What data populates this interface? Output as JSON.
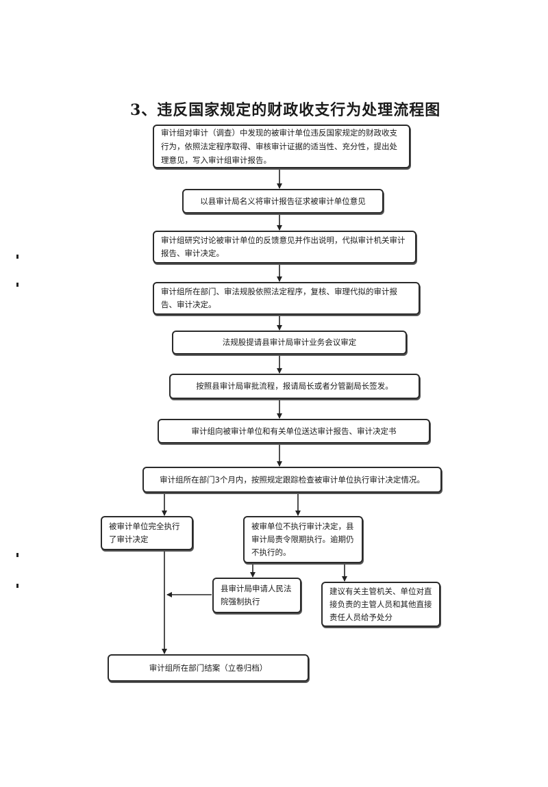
{
  "title": "3、违反国家规定的财政收支行为处理流程图",
  "steps": [
    {
      "id": "s1",
      "text": "审计组对审计（调查）中发现的被审计单位违反国家规定的财政收支行为，依照法定程序取得、审核审计证据的适当性、充分性，提出处理意见，写入审计组审计报告。"
    },
    {
      "id": "s2",
      "text": "以县审计局名义将审计报告征求被审计单位意见"
    },
    {
      "id": "s3",
      "text": "审计组研究讨论被审计单位的反馈意见并作出说明，代拟审计机关审计报告、审计决定。"
    },
    {
      "id": "s4",
      "text": "审计组所在部门、审法规股依照法定程序，复核、审理代拟的审计报告、审计决定。"
    },
    {
      "id": "s5",
      "text": "法规股提请县审计局审计业务会议审定"
    },
    {
      "id": "s6",
      "text": "按照县审计局审批流程，报请局长或者分管副局长签发。"
    },
    {
      "id": "s7",
      "text": "审计组向被审计单位和有关单位送达审计报告、审计决定书"
    },
    {
      "id": "s8",
      "text": "审计组所在部门3个月内，按照规定跟踪检查被审计单位执行审计决定情况。"
    }
  ],
  "branches": {
    "left": {
      "text": "被审计单位完全执行了审计决定"
    },
    "right": {
      "text": "被审单位不执行审计决定，县审计局责令限期执行。逾期仍不执行的。"
    },
    "court": {
      "text": "县审计局申请人民法院强制执行"
    },
    "suggest": {
      "text": "建议有关主管机关、单位对直接负责的主管人员和其他直接责任人员给予处分"
    },
    "final": {
      "text": "审计组所在部门结案（立卷归档）"
    }
  }
}
